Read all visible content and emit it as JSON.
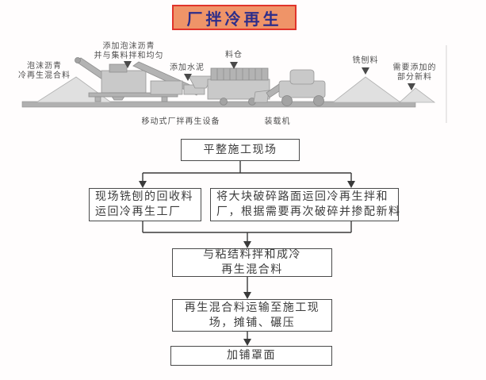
{
  "title": "厂拌冷再生",
  "illustration": {
    "labels": {
      "foam_mixture": {
        "line1": "泡沫沥青",
        "line2": "冷再生混合料"
      },
      "add_foam": {
        "line1": "添加泡沫沥青",
        "line2": "并与集料拌和均匀"
      },
      "add_cement": "添加水泥",
      "silo": "料仓",
      "milled_material": "铣刨料",
      "new_material": {
        "line1": "需要添加的",
        "line2": "部分新料"
      },
      "mobile_equipment": "移动式厂拌再生设备",
      "loader": "装载机"
    }
  },
  "flowchart": {
    "steps": {
      "level_site": "平整施工现场",
      "recycle_left": {
        "line1": "现场铣刨的回收料",
        "line2": "运回冷再生工厂"
      },
      "recycle_right": {
        "line1": "将大块破碎路面运回冷再生拌和",
        "line2": "厂，根据需要再次破碎并掺配新料"
      },
      "mix": {
        "line1": "与粘结料拌和成冷",
        "line2": "再生混合料"
      },
      "transport": {
        "line1": "再生混合料运输至施工现",
        "line2": "场，摊铺、碾压"
      },
      "overlay": "加铺罩面"
    }
  },
  "colors": {
    "title_bg": "#ef9468",
    "title_border": "#e0342b",
    "title_text": "#2d2d8a",
    "box_border": "#4a4a4a",
    "machine_gray": "#c9c9c9",
    "pile_gray": "#e0e0e0",
    "ground_gray": "#b0b0b0",
    "label_text": "#4f4f4f"
  }
}
